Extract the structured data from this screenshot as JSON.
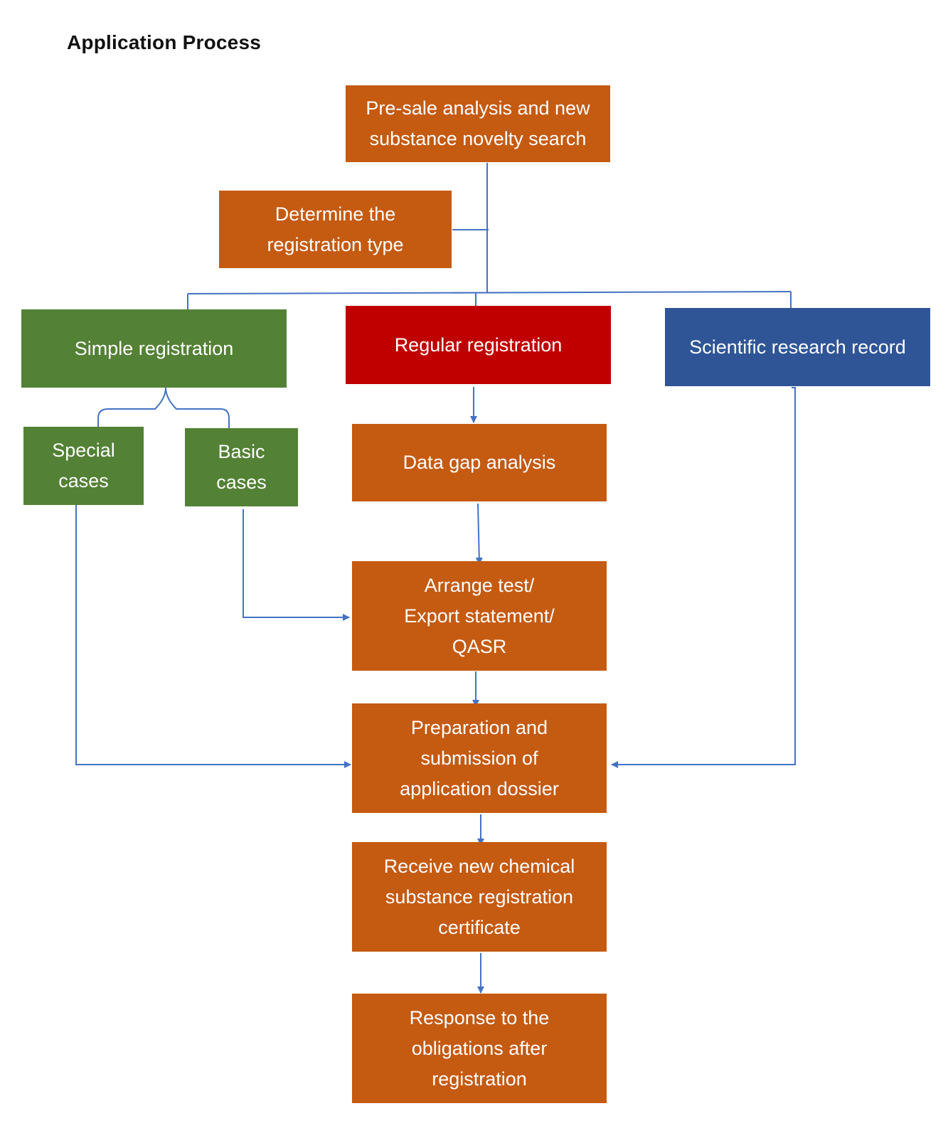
{
  "title": "Application Process",
  "colors": {
    "orange": "#c55a11",
    "green": "#538135",
    "red": "#c00000",
    "blue": "#2f5597",
    "connector": "#4472c4"
  },
  "nodes": {
    "presale": "Pre-sale analysis and new substance novelty search",
    "determine_type": "Determine the registration type",
    "simple_registration": "Simple registration",
    "regular_registration": "Regular registration",
    "scientific_record": "Scientific research record",
    "special_cases": "Special cases",
    "basic_cases": "Basic cases",
    "data_gap": "Data gap analysis",
    "arrange_test": "Arrange test/ Export statement/ QASR",
    "dossier": "Preparation and submission of application dossier",
    "certificate": "Receive new chemical substance registration certificate",
    "obligations": "Response to the obligations after registration"
  }
}
